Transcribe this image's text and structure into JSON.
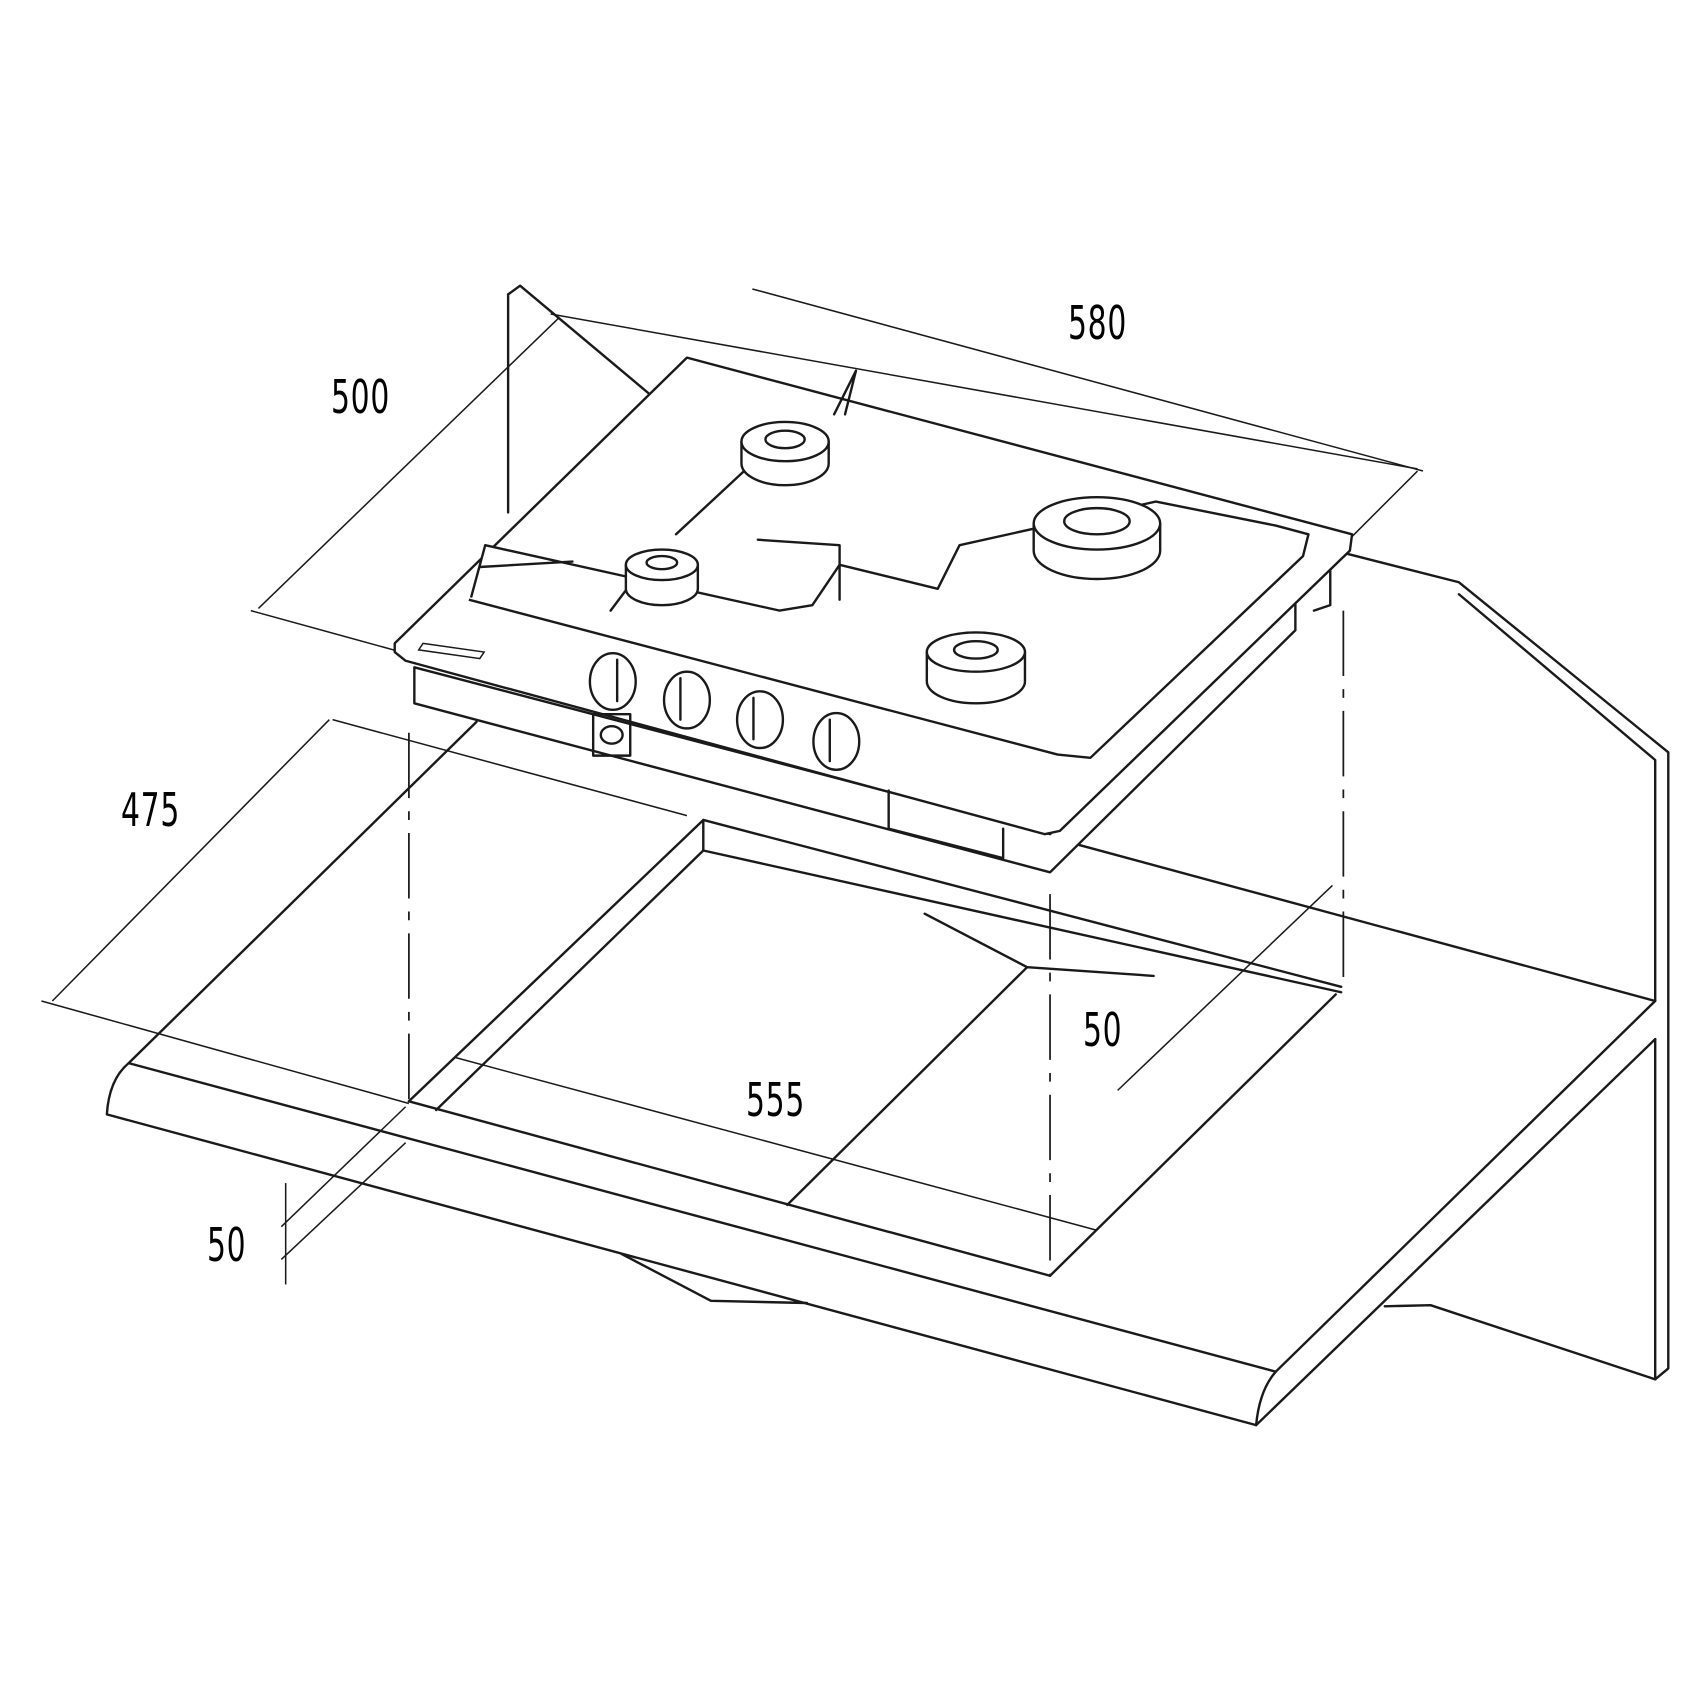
{
  "dimensions": {
    "hob_width": "580",
    "hob_depth": "500",
    "cutout_depth": "475",
    "cutout_width": "555",
    "back_clearance": "50",
    "front_clearance": "50"
  },
  "colors": {
    "line": "#1a1a1a",
    "background": "#ffffff"
  }
}
